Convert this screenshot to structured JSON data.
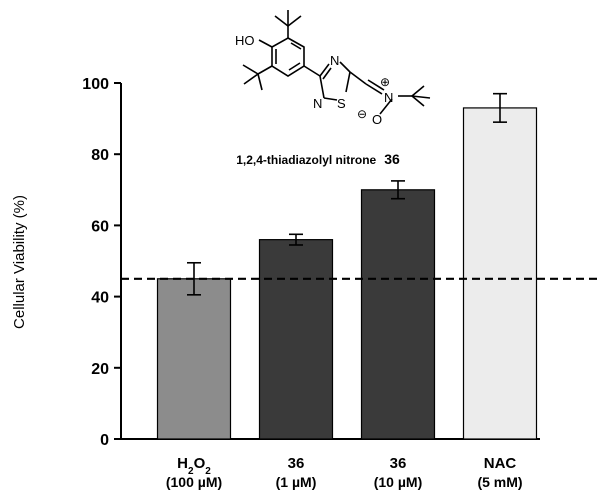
{
  "chart_data": {
    "type": "bar",
    "ylabel": "Cellular Viability (%)",
    "ylim": [
      0,
      100
    ],
    "yticks": [
      0,
      20,
      40,
      60,
      80,
      100
    ],
    "categories": [
      {
        "main": "H",
        "sub": "2",
        "main2": "O",
        "sub2": "2",
        "detail": "(100 µM)"
      },
      {
        "main": "36",
        "detail": "(1 µM)"
      },
      {
        "main": "36",
        "detail": "(10 µM)"
      },
      {
        "main": "NAC",
        "detail": "(5 mM)"
      }
    ],
    "values": [
      45,
      56,
      70,
      93
    ],
    "errors": [
      4.5,
      1.5,
      2.5,
      4
    ],
    "colors": [
      "#8c8c8c",
      "#3a3a3a",
      "#3a3a3a",
      "#ececec"
    ],
    "reference_line": 45,
    "annotation": {
      "caption": "1,2,4-thiadiazolyl nitrone",
      "compound_number": "36",
      "atoms": {
        "ho": "HO",
        "n1": "N",
        "n2": "N",
        "s": "S",
        "n3": "N",
        "o": "O",
        "plus": "⊕",
        "minus": "⊖"
      }
    }
  }
}
